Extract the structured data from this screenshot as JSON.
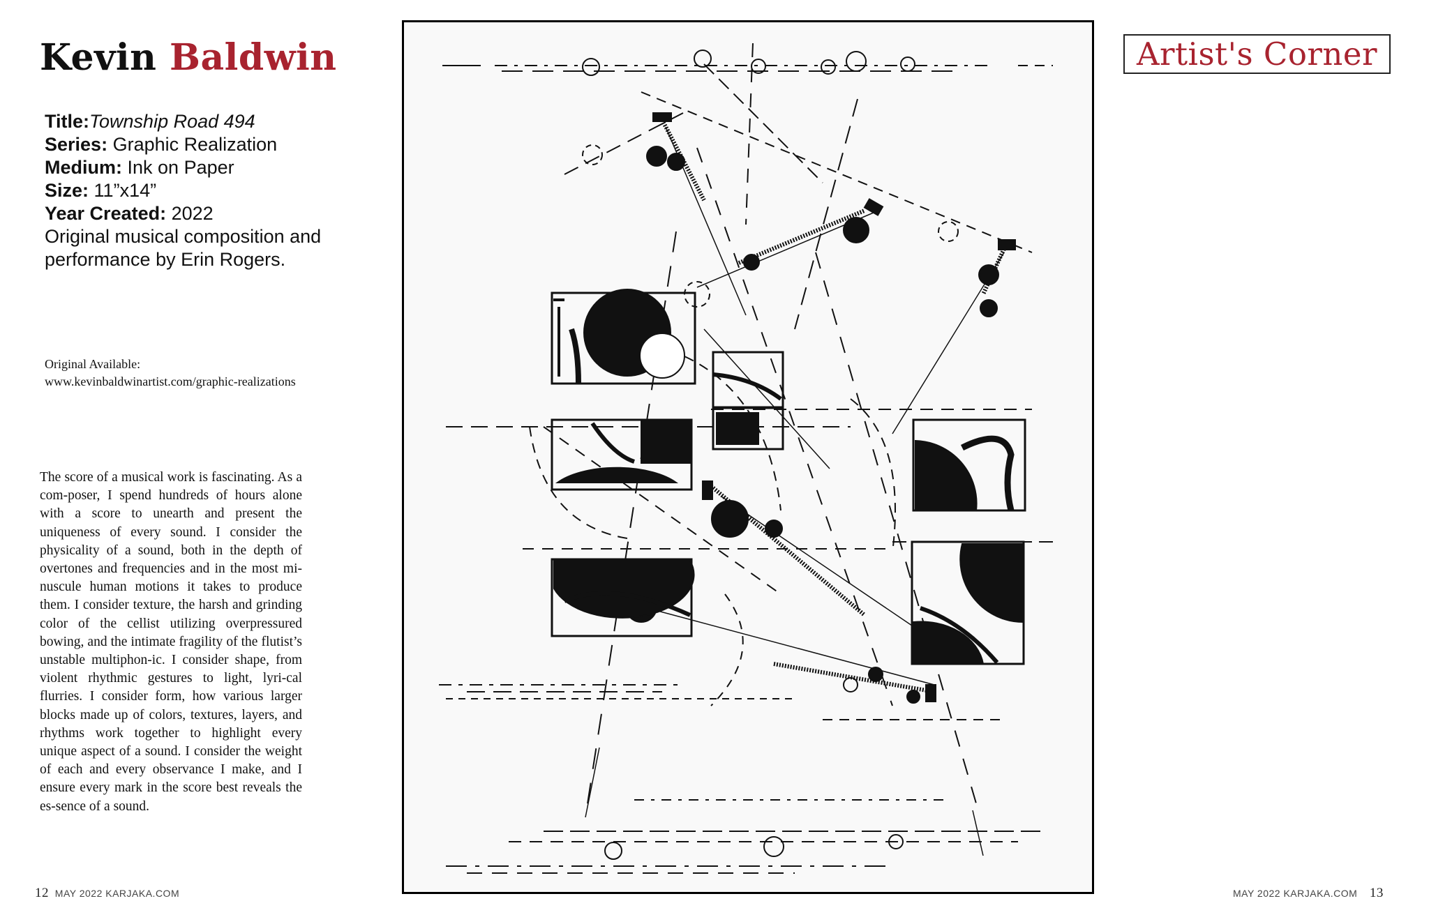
{
  "header": {
    "artist_first": "Kevin",
    "artist_last": "Baldwin",
    "section_badge": "Artist's Corner"
  },
  "details": {
    "title_label": "Title:",
    "title_value": "Township Road 494",
    "series_label": "Series:",
    "series_value": "Graphic Realization",
    "medium_label": "Medium:",
    "medium_value": "Ink on Paper",
    "size_label": "Size:",
    "size_value": "11”x14”",
    "year_label": "Year Created:",
    "year_value": "2022",
    "note": "Original musical composition and performance by Erin Rogers."
  },
  "availability": {
    "label": "Original Available:",
    "url": "www.kevinbaldwinartist.com/graphic-realizations"
  },
  "essay": "The score of a musical work is fascinating. As a com-poser, I spend hundreds of hours alone with a score to unearth and present the uniqueness of every sound. I consider the physicality of a sound, both in the depth of overtones and frequencies and in the most mi-nuscule human motions it takes to produce them. I consider texture, the harsh and grinding color of the cellist utilizing overpressured bowing, and the intimate fragility of the flutist’s unstable multiphon-ic. I consider shape, from violent rhythmic gestures to light, lyri-cal flurries. I consider form, how various larger blocks made up of colors, textures, layers, and rhythms work together to highlight every unique aspect of a sound. I consider the weight of each and every observance I make, and I ensure every mark in the score best reveals the es-sence of a sound.",
  "footer": {
    "left_page": "12",
    "left_text": "MAY 2022 KARJAKA.COM",
    "right_text": "MAY 2022 KARJAKA.COM",
    "right_page": "13"
  },
  "colors": {
    "accent": "#a8232f",
    "ink": "#000000"
  }
}
